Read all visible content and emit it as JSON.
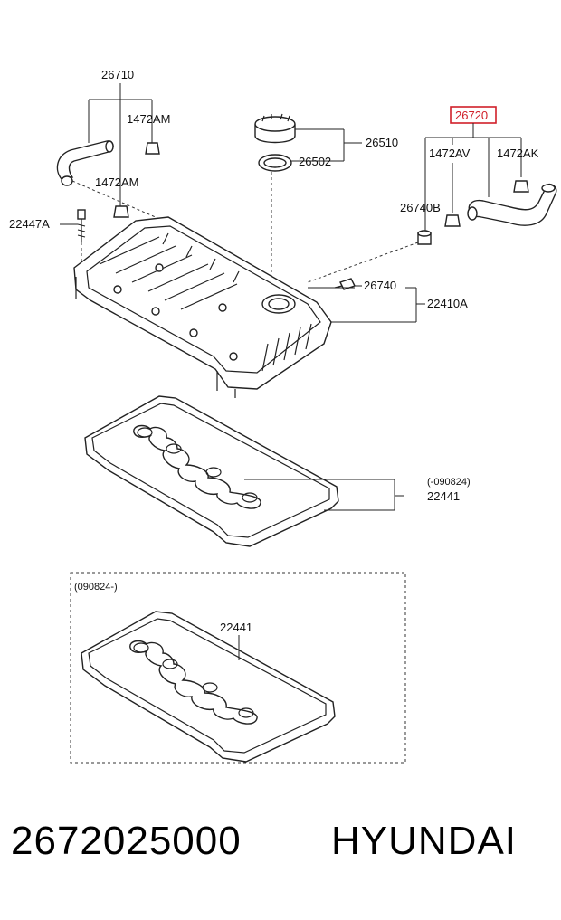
{
  "callouts": {
    "c26710": "26710",
    "c1472AM_top": "1472AM",
    "c1472AM_bottom": "1472AM",
    "c22447A": "22447A",
    "c26510": "26510",
    "c26502": "26502",
    "c26720": "26720",
    "c1472AV": "1472AV",
    "c1472AK": "1472AK",
    "c26740B": "26740B",
    "c26740": "26740",
    "c22410A": "22410A",
    "c090824_before": "(-090824)",
    "c22441_upper": "22441",
    "c090824_after": "(090824-)",
    "c22441_lower": "22441"
  },
  "highlight_color": "#d0202a",
  "caption": {
    "part_number": "2672025000",
    "brand": "HYUNDAI"
  }
}
